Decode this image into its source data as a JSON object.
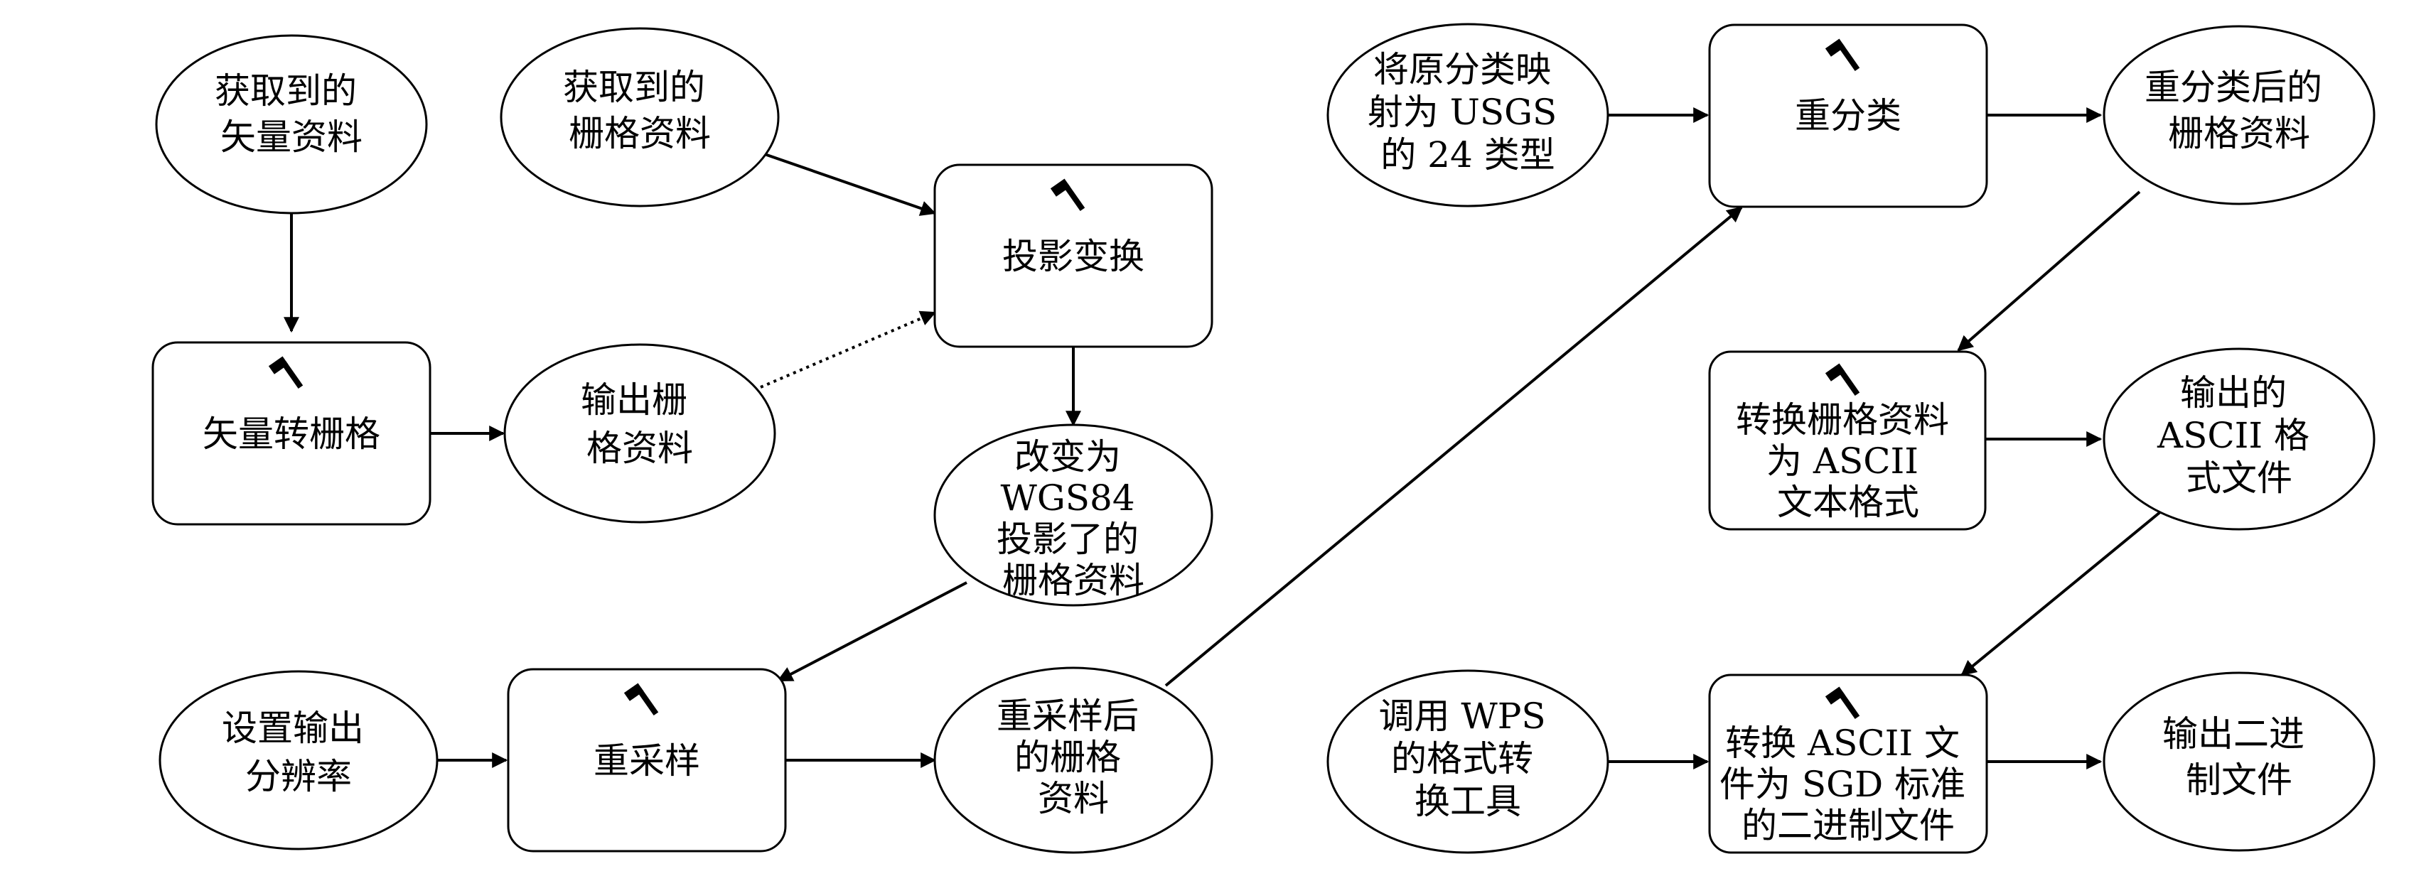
{
  "nodes": {
    "n1": [
      "获取到的",
      "矢量资料"
    ],
    "n2": [
      "获取到的",
      "栅格资料"
    ],
    "n3": [
      "投影变换"
    ],
    "n4": [
      "矢量转栅格"
    ],
    "n5": [
      "输出栅",
      "格资料"
    ],
    "n6": [
      "改变为",
      "WGS84",
      "投影了的",
      "栅格资料"
    ],
    "n7": [
      "设置输出",
      "分辨率"
    ],
    "n8": [
      "重采样"
    ],
    "n9": [
      "重采样后",
      "的栅格",
      "资料"
    ],
    "n10": [
      "将原分类映",
      "射为 USGS",
      "的 24 类型"
    ],
    "n11": [
      "重分类"
    ],
    "n12": [
      "重分类后的",
      "栅格资料"
    ],
    "n13": [
      "转换栅格资料",
      "为 ASCII",
      "文本格式"
    ],
    "n14": [
      "输出的",
      "ASCII 格",
      "式文件"
    ],
    "n15": [
      "调用 WPS",
      "的格式转",
      "换工具"
    ],
    "n16": [
      "转换 ASCII 文",
      "件为 SGD 标准",
      "的二进制文件"
    ],
    "n17": [
      "输出二进",
      "制文件"
    ]
  },
  "process_icon": "hammer-icon"
}
